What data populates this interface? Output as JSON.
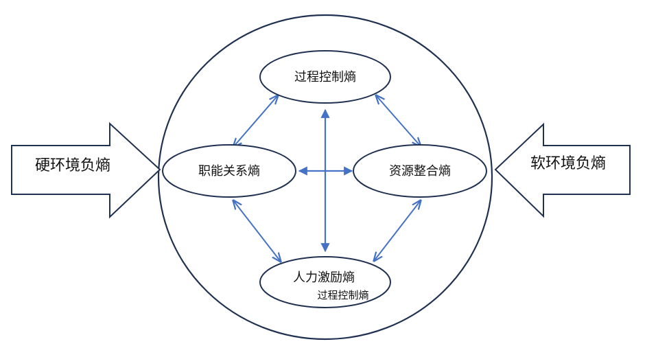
{
  "diagram": {
    "nodes": {
      "top": "过程控制熵",
      "left": "职能关系熵",
      "right": "资源整合熵",
      "bottom": "人力激励熵",
      "bottom_overlay": "过程控制熵"
    },
    "inputs": {
      "left": "硬环境负熵",
      "right": "软环境负熵"
    }
  },
  "colors": {
    "outline": "#1f3050",
    "arrow": "#4472c4"
  }
}
